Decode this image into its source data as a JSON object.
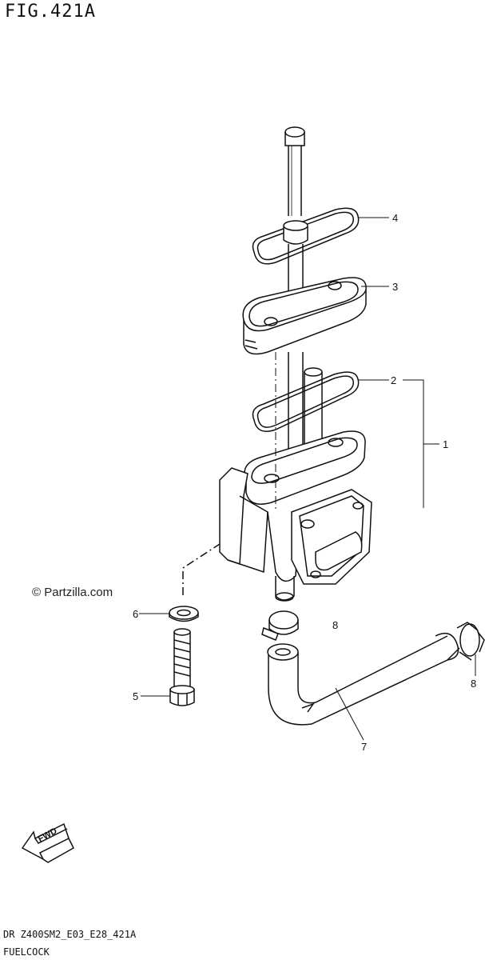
{
  "figure": {
    "title": "FIG.421A"
  },
  "callouts": {
    "c1": "1",
    "c2": "2",
    "c3": "3",
    "c4": "4",
    "c5": "5",
    "c6": "6",
    "c7": "7",
    "c8a": "8",
    "c8b": "8"
  },
  "watermark": "© Partzilla.com",
  "fwd_label": "FWD",
  "footer": {
    "code": "DR Z400SM2_E03_E28_421A",
    "name": "FUELCOCK"
  }
}
